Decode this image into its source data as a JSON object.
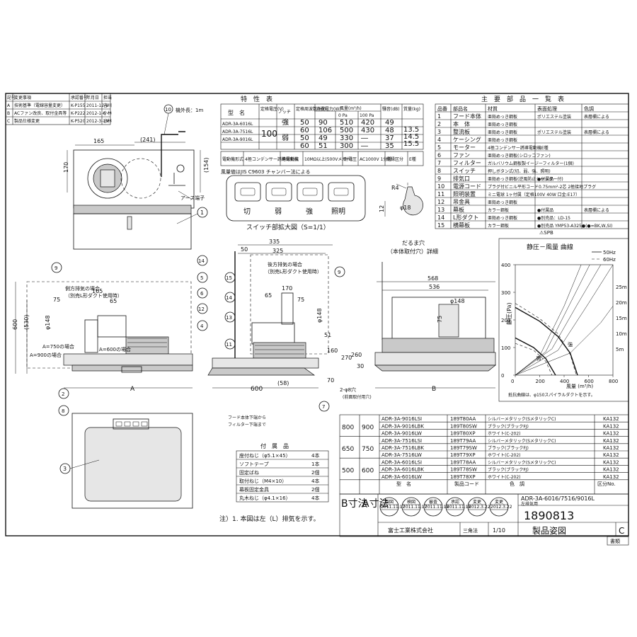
{
  "revision": {
    "header": [
      "記号",
      "変更事項",
      "承認番号",
      "年月日",
      "担当"
    ],
    "rows": [
      [
        "A",
        "技術基準（電線容量変更）",
        "K-P155",
        "2011-12-9",
        "吉川"
      ],
      [
        "B",
        "ACファン改良、取付金具等",
        "K-P222",
        "2012-1-6",
        "小林"
      ],
      [
        "C",
        "製品仕様変更",
        "K-P520",
        "2012-3-19",
        "小林"
      ]
    ]
  },
  "characteristics": {
    "title": "特　性　表",
    "model_label": "型　名",
    "col_voltage": "定格電圧(V)",
    "col_notch": "ノッチ",
    "col_freq": "定格周波数(Hz)",
    "col_power": "消費電力(W)",
    "col_flow": "風量(m³/h)",
    "col_flow_0": "0 Pa",
    "col_flow_100": "100 Pa",
    "col_noise": "騒音(dB)",
    "col_mass": "質量(kg)",
    "models": [
      "ADR-3A-6016L",
      "ADR-3A-7516L",
      "ADR-3A-9016L"
    ],
    "voltage": "100",
    "mass": [
      "13.5",
      "14.5",
      "15.5"
    ],
    "rows": [
      [
        "強",
        "50",
        "90",
        "510",
        "420",
        "49"
      ],
      [
        "",
        "60",
        "106",
        "500",
        "430",
        "48"
      ],
      [
        "弱",
        "50",
        "49",
        "330",
        "―",
        "37"
      ],
      [
        "",
        "60",
        "51",
        "300",
        "―",
        "35"
      ]
    ],
    "motor_row": [
      "電動機形式",
      "4極コンデンサー誘導電動機",
      "絶縁抵抗",
      "10MΩ以上(500Vメガー)",
      "耐電圧",
      "AC1000V 1分間",
      "絶縁区分",
      "E種"
    ],
    "note": "風量値はJIS C9603 チャンバー法による"
  },
  "parts": {
    "title": "主　要　部　品　一　覧　表",
    "header": [
      "品番",
      "部品名",
      "材質",
      "表面処理",
      "色調"
    ],
    "rows": [
      [
        "1",
        "フード本体",
        "亜鉛めっき鋼板",
        "ポリエステル塗装",
        "表層欄による"
      ],
      [
        "2",
        "本　体",
        "亜鉛めっき鋼板",
        "",
        ""
      ],
      [
        "3",
        "整流板",
        "亜鉛めっき鋼板",
        "ポリエステル塗装",
        "表層欄による"
      ],
      [
        "4",
        "ケーシング",
        "亜鉛めっき鋼板",
        "",
        ""
      ],
      [
        "5",
        "モーター",
        "4極コンデンサー誘導電動機E種",
        "",
        ""
      ],
      [
        "6",
        "ファン",
        "亜鉛めっき鋼板(シロッコファン)",
        "",
        ""
      ],
      [
        "7",
        "フィルター",
        "ガルバリウム鋼板製イージーフィルター(1個)",
        "",
        ""
      ],
      [
        "8",
        "スイッチ",
        "押しボタン式(切、弱、強、照明)",
        "",
        ""
      ],
      [
        "9",
        "排気口",
        "亜鉛めっき鋼板(逆風防止シャッター付)",
        "●付属品",
        ""
      ],
      [
        "10",
        "電源コード",
        "プラグ付ビニル平形コード0.75mm²-2芯 2極接地プラグ",
        "",
        ""
      ],
      [
        "11",
        "照明装置",
        "ミニ電球 1ヶ付属（定格100V 40W 口金:E17）",
        "",
        ""
      ],
      [
        "12",
        "吊金具",
        "亜鉛めっき鋼板",
        "",
        ""
      ],
      [
        "13",
        "幕板",
        "カラー鋼板",
        "●付属品",
        "表層欄による"
      ],
      [
        "14",
        "L形ダクト",
        "亜鉛めっき鋼板",
        "●別売品：LD-15",
        ""
      ],
      [
        "15",
        "横幕板",
        "カラー鋼板",
        "●別売品 YMP53-A325●(●=BK,W,SI)",
        ""
      ]
    ],
    "footnote": "⚠SPB"
  },
  "switch": {
    "labels": [
      "切",
      "弱",
      "強",
      "照明"
    ],
    "caption": "スイッチ部拡大図（S=1/1）"
  },
  "hole_detail": {
    "title": "だるま穴",
    "caption": "（本体取付穴）詳細",
    "r_label": "R4",
    "d_label": "φ18",
    "h_label": "12"
  },
  "front_view": {
    "cord_label": "機外長：1m",
    "earth_label": "アース端子",
    "dims": [
      "165",
      "(241)",
      "170",
      "(154)"
    ],
    "callouts": [
      "10",
      "1"
    ]
  },
  "side_view_left": {
    "note1": "側方排気の場合",
    "note2": "（別売L形ダクト使用時）",
    "dims": [
      "75",
      "165",
      "65",
      "φ148",
      "(530)",
      "600",
      "A=750の場合",
      "A=900の場合",
      "A=600の場合",
      "A"
    ],
    "callouts": [
      "9",
      "14",
      "5",
      "6",
      "12",
      "4",
      "2",
      "8"
    ]
  },
  "side_view_mid": {
    "note1": "後方排気の場合",
    "note2": "（別売L形ダクト使用時）",
    "dims": [
      "50",
      "335",
      "325",
      "170",
      "75",
      "65",
      "φ148",
      "51",
      "160",
      "270",
      "260",
      "30",
      "70",
      "600",
      "(58)"
    ],
    "callouts": [
      "15",
      "14",
      "13",
      "11",
      "9",
      "7"
    ],
    "note_hood": "フード本体下端から",
    "note_filter": "フィルター下端まで",
    "hole_note": "2-φ8穴",
    "hole_note2": "(前面取付用穴)"
  },
  "side_view_right": {
    "dims": [
      "568",
      "536",
      "φ148",
      "75",
      "B"
    ]
  },
  "chart": {
    "title": "静圧－風量 曲線",
    "legend_50": "50Hz",
    "legend_60": "60Hz",
    "ylabel": "静圧(Pa)",
    "xlabel": "風量 (m³/h)",
    "footnote": "抵抗曲線は、φ150スパイラルダクトを示す。",
    "x_ticks": [
      "0",
      "200",
      "400",
      "600",
      "800"
    ],
    "y_ticks": [
      "0",
      "100",
      "200",
      "300",
      "400"
    ],
    "duct_labels": [
      "25m",
      "20m",
      "15m",
      "10m",
      "5m"
    ],
    "notch_labels": [
      "強",
      "弱"
    ]
  },
  "chart_data": {
    "type": "line",
    "title": "静圧－風量 曲線",
    "xlabel": "風量 (m³/h)",
    "ylabel": "静圧(Pa)",
    "xlim": [
      0,
      800
    ],
    "ylim": [
      0,
      400
    ],
    "series": [
      {
        "name": "50Hz",
        "x": [
          0,
          200,
          350,
          450,
          510
        ],
        "y": [
          245,
          195,
          140,
          80,
          0
        ]
      },
      {
        "name": "60Hz",
        "x": [
          0,
          200,
          350,
          450,
          500
        ],
        "y": [
          260,
          205,
          150,
          75,
          0
        ]
      },
      {
        "name": "50Hz",
        "x": [
          0,
          150,
          250,
          330
        ],
        "y": [
          135,
          100,
          60,
          0
        ]
      },
      {
        "name": "60Hz",
        "x": [
          0,
          150,
          250,
          300
        ],
        "y": [
          115,
          90,
          50,
          0
        ]
      }
    ],
    "resistance": [
      {
        "name": "25m",
        "x": [
          0,
          200,
          400,
          540
        ],
        "y": [
          0,
          70,
          250,
          400
        ]
      },
      {
        "name": "20m",
        "x": [
          0,
          250,
          450,
          610
        ],
        "y": [
          0,
          85,
          260,
          400
        ]
      },
      {
        "name": "15m",
        "x": [
          0,
          300,
          500,
          700
        ],
        "y": [
          0,
          95,
          250,
          400
        ]
      },
      {
        "name": "10m",
        "x": [
          0,
          350,
          600,
          800
        ],
        "y": [
          0,
          90,
          260,
          400
        ]
      },
      {
        "name": "5m",
        "x": [
          0,
          450,
          700,
          800
        ],
        "y": [
          0,
          80,
          190,
          250
        ]
      }
    ]
  },
  "sizes": {
    "b_label": "B寸法",
    "a_label": "A寸法",
    "header": [
      "型　名",
      "製品コード",
      "色　調",
      "区分No."
    ],
    "groups": [
      {
        "b": "800",
        "a": "900",
        "rows": [
          [
            "ADR-3A-9016LSI",
            "189T80AA",
            "シルバーメタリック(SメタリックC)",
            "KA132"
          ],
          [
            "ADR-3A-9016LBK",
            "189T80SW",
            "ブラック(ブラックFJ)",
            "KA132"
          ],
          [
            "ADR-3A-9016LW",
            "189T80XP",
            "ホワイト(C-202)",
            "KA132"
          ]
        ]
      },
      {
        "b": "650",
        "a": "750",
        "rows": [
          [
            "ADR-3A-7516LSI",
            "189T79AA",
            "シルバーメタリック(SメタリックC)",
            "KA132"
          ],
          [
            "ADR-3A-7516LBK",
            "189T79SW",
            "ブラック(ブラックFJ)",
            "KA132"
          ],
          [
            "ADR-3A-7516LW",
            "189T79XP",
            "ホワイト(C-202)",
            "KA132"
          ]
        ]
      },
      {
        "b": "500",
        "a": "600",
        "rows": [
          [
            "ADR-3A-6016LSI",
            "189T78AA",
            "シルバーメタリック(SメタリックC)",
            "KA132"
          ],
          [
            "ADR-3A-6016LBK",
            "189T78SW",
            "ブラック(ブラックFJ)",
            "KA132"
          ],
          [
            "ADR-3A-6016LW",
            "189T78XP",
            "ホワイト(C-202)",
            "KA132"
          ]
        ]
      }
    ]
  },
  "accessories": {
    "title": "付　属　品",
    "rows": [
      [
        "座付ねじ（φ5.1×45）",
        "4本"
      ],
      [
        "ソフトテープ",
        "1本"
      ],
      [
        "固定ばね",
        "2個"
      ],
      [
        "取付ねじ（M4×10）",
        "4本"
      ],
      [
        "幕板固定金具",
        "2個"
      ],
      [
        "丸木ねじ（φ4.1×16）",
        "4本"
      ]
    ]
  },
  "bottom_view": {
    "callout": "3"
  },
  "note": "注）1. 本図は左（L）排気を示す。",
  "title_block": {
    "model": "ADR-3A-6016/7516/9016L",
    "sub": "左排気用",
    "drawing_no": "1890813",
    "title": "製品姿図",
    "rev": "C",
    "company": "富士工業株式会社",
    "projection": "三角法",
    "scale": "1/10",
    "stamps": [
      "製図",
      "検図",
      "審査",
      "承認",
      "変更",
      "変更"
    ],
    "dates": [
      "2011.11.17",
      "2011.11.17",
      "2011.11.18",
      "2011.11.18",
      "2012.3.22",
      "2012.3.22"
    ],
    "corner": "書類"
  }
}
